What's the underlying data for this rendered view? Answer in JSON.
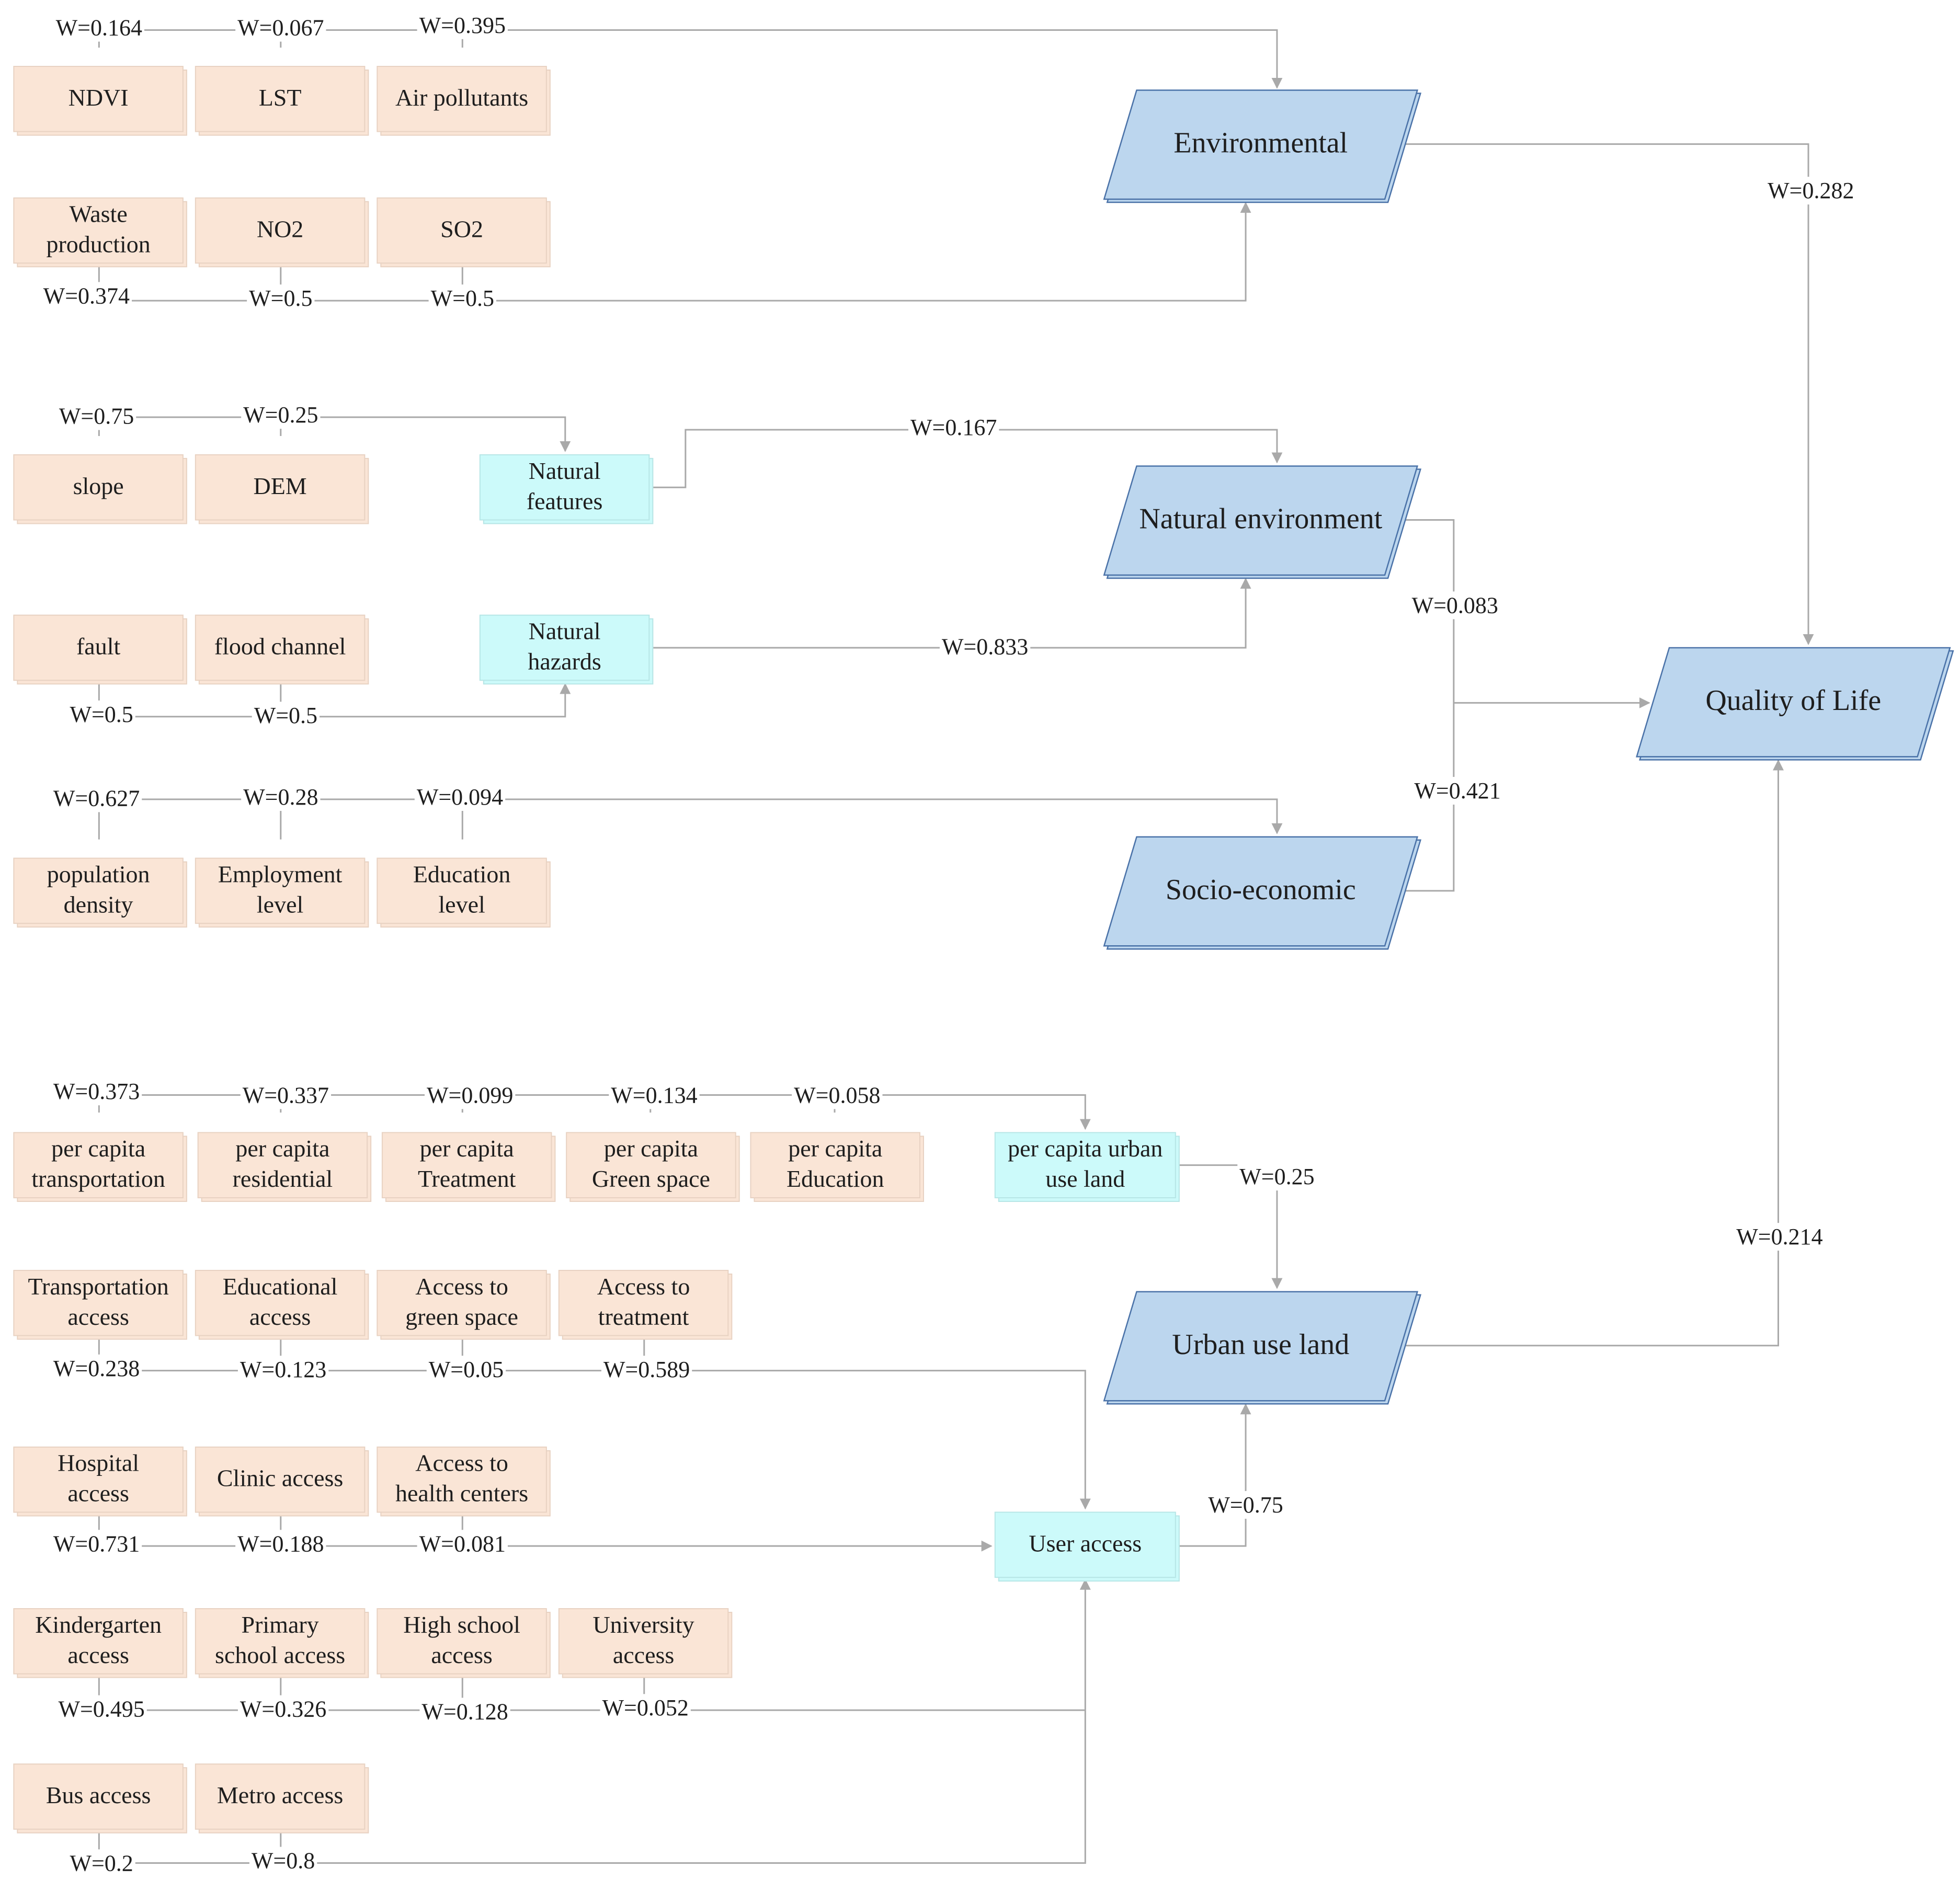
{
  "dimensions": {
    "environmental": "Environmental",
    "natural_environment": "Natural environment",
    "socio_economic": "Socio-economic",
    "urban_use_land": "Urban use land",
    "quality_of_life": "Quality of Life"
  },
  "subgroups": {
    "natural_features": [
      "Natural",
      "features"
    ],
    "natural_hazards": [
      "Natural",
      "hazards"
    ],
    "per_capita_urban_use_land": [
      "per capita urban",
      "use land"
    ],
    "user_access": [
      "User access"
    ]
  },
  "indicators": {
    "ndvi": [
      "NDVI"
    ],
    "lst": [
      "LST"
    ],
    "air_pollutants": [
      "Air pollutants"
    ],
    "waste_production": [
      "Waste",
      "production"
    ],
    "no2": [
      "NO2"
    ],
    "so2": [
      "SO2"
    ],
    "slope": [
      "slope"
    ],
    "dem": [
      "DEM"
    ],
    "fault": [
      "fault"
    ],
    "flood_channel": [
      "flood channel"
    ],
    "population_density": [
      "population",
      "density"
    ],
    "employment_level": [
      "Employment",
      "level"
    ],
    "education_level": [
      "Education",
      "level"
    ],
    "pc_transportation": [
      "per capita",
      "transportation"
    ],
    "pc_residential": [
      "per capita",
      "residential"
    ],
    "pc_treatment": [
      "per capita",
      "Treatment"
    ],
    "pc_green_space": [
      "per capita",
      "Green space"
    ],
    "pc_education": [
      "per capita",
      "Education"
    ],
    "transportation_access": [
      "Transportation",
      "access"
    ],
    "educational_access": [
      "Educational",
      "access"
    ],
    "access_green_space": [
      "Access to",
      "green space"
    ],
    "access_treatment": [
      "Access to",
      "treatment"
    ],
    "hospital_access": [
      "Hospital",
      "access"
    ],
    "clinic_access": [
      "Clinic access"
    ],
    "access_health_centers": [
      "Access to",
      "health centers"
    ],
    "kindergarten_access": [
      "Kindergarten",
      "access"
    ],
    "primary_school_access": [
      "Primary",
      "school access"
    ],
    "high_school_access": [
      "High school",
      "access"
    ],
    "university_access": [
      "University",
      "access"
    ],
    "bus_access": [
      "Bus access"
    ],
    "metro_access": [
      "Metro access"
    ]
  },
  "weights": {
    "ndvi": "W=0.164",
    "lst": "W=0.067",
    "air_pollutants": "W=0.395",
    "waste_production": "W=0.374",
    "no2": "W=0.5",
    "so2": "W=0.5",
    "slope": "W=0.75",
    "dem": "W=0.25",
    "fault": "W=0.5",
    "flood_channel": "W=0.5",
    "population_density": "W=0.627",
    "employment_level": "W=0.28",
    "education_level": "W=0.094",
    "pc_transportation": "W=0.373",
    "pc_residential": "W=0.337",
    "pc_treatment": "W=0.099",
    "pc_green_space": "W=0.134",
    "pc_education": "W=0.058",
    "transportation_access": "W=0.238",
    "educational_access": "W=0.123",
    "access_green_space": "W=0.05",
    "access_treatment": "W=0.589",
    "hospital_access": "W=0.731",
    "clinic_access": "W=0.188",
    "access_health_centers": "W=0.081",
    "kindergarten_access": "W=0.495",
    "primary_school_access": "W=0.326",
    "high_school_access": "W=0.128",
    "university_access": "W=0.052",
    "bus_access": "W=0.2",
    "metro_access": "W=0.8",
    "natural_features": "W=0.167",
    "natural_hazards": "W=0.833",
    "per_capita_urban_use_land": "W=0.25",
    "user_access": "W=0.75",
    "environmental": "W=0.282",
    "natural_environment": "W=0.083",
    "socio_economic": "W=0.421",
    "urban_use_land": "W=0.214"
  },
  "colors": {
    "indicator_fill": "#fae5d6",
    "subgroup_fill": "#ccfafa",
    "dimension_fill": "#bcd6ee",
    "dimension_stroke": "#4a72a8",
    "connector": "#a9a9a9"
  }
}
